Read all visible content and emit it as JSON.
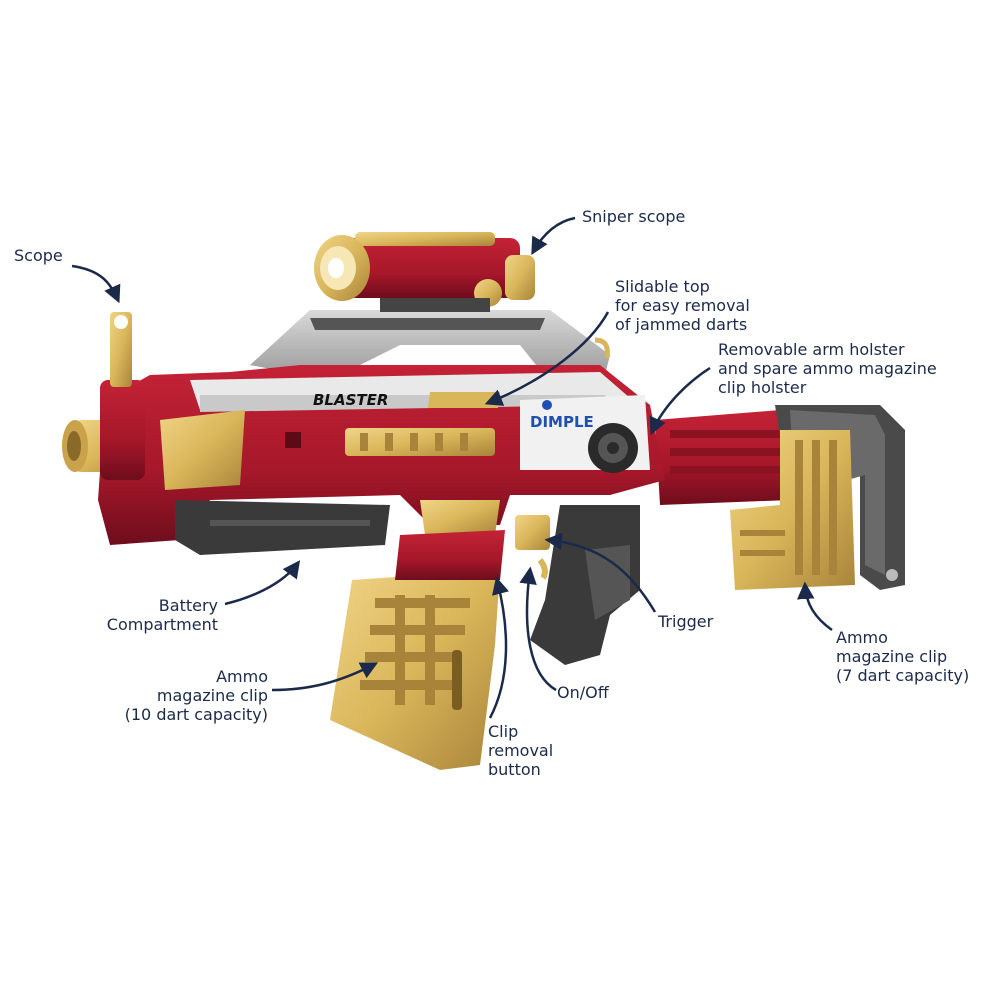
{
  "labels": {
    "scope": "Scope",
    "sniper_scope": "Sniper scope",
    "slidable_top": "Slidable top\nfor easy removal\nof jammed darts",
    "arm_holster": "Removable arm holster\nand spare ammo magazine\nclip holster",
    "battery": "Battery\nCompartment",
    "ammo_clip_10": "Ammo\nmagazine clip\n(10 dart capacity)",
    "clip_removal": "Clip\nremoval\nbutton",
    "on_off": "On/Off",
    "trigger": "Trigger",
    "ammo_clip_7": "Ammo\nmagazine clip\n(7 dart capacity)"
  },
  "product": {
    "side_text": "BLASTER",
    "brand_text": "DIMPLE"
  },
  "colors": {
    "label_text": "#1b2a4a",
    "arrow": "#1b2a4a",
    "body_red": "#a5172a",
    "body_dark_red": "#6e0d1c",
    "gold": "#d9b65a",
    "gold_dark": "#a8843a",
    "grey": "#9a9a9a",
    "dark_grey": "#3a3a3a",
    "brand_blue": "#1f4fb0"
  }
}
